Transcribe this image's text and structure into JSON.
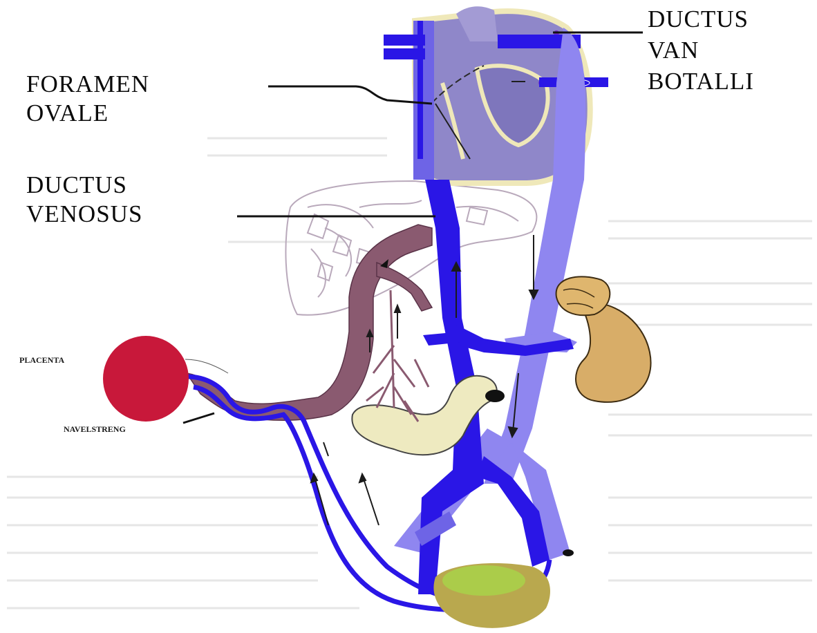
{
  "labels": {
    "ductus_botalli_1": "DUCTUS",
    "ductus_botalli_2": "VAN",
    "ductus_botalli_3": "BOTALLI",
    "foramen_ovale_1": "FORAMEN",
    "foramen_ovale_2": "OVALE",
    "ductus_venosus_1": "DUCTUS",
    "ductus_venosus_2": "VENOSUS",
    "placenta": "PLACENTA",
    "navelstreng": "NAVELSTRENG"
  },
  "colors": {
    "vein_dark": "#2a16e6",
    "vein_light": "#8f86f0",
    "heart": "#8c84c8",
    "heart_outline": "#eee7b8",
    "placenta": "#c8183a",
    "umbilical_vein": "#8a5a70",
    "liver_outline": "#b7a7b9",
    "kidney": "#d9ad68",
    "stomach": "#eeecc0",
    "bladder": "#9fb84a"
  }
}
